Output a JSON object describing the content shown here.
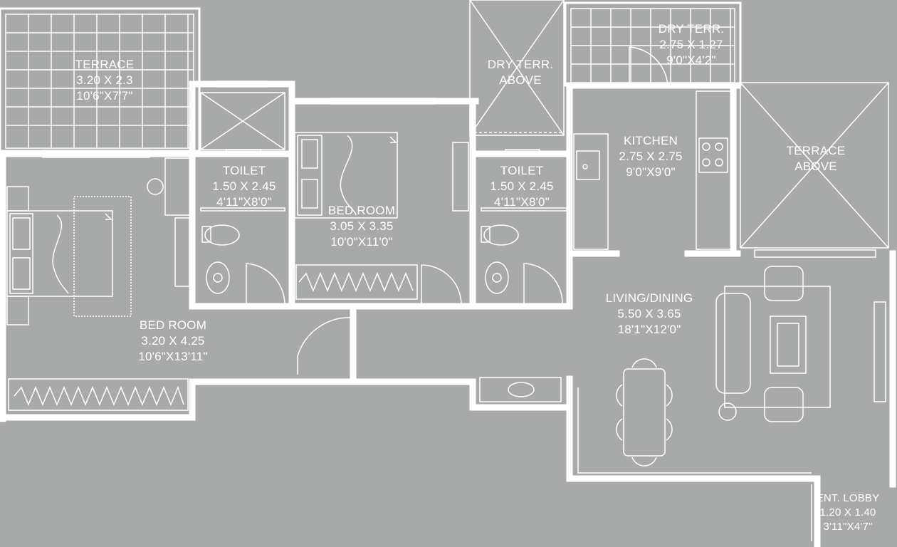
{
  "rooms": {
    "terrace_left": {
      "name": "TERRACE",
      "metric": "3.20 X 2.3",
      "imperial": "10'6\"X7'7\""
    },
    "dry_terrace_above": {
      "name": "DRY TERR.",
      "sub": "ABOVE"
    },
    "dry_terrace": {
      "name": "DRY TERR.",
      "metric": "2.75 X 1.27",
      "imperial": "9'0\"X4'2\""
    },
    "terrace_above": {
      "name": "TERRACE",
      "sub": "ABOVE"
    },
    "toilet_1": {
      "name": "TOILET",
      "metric": "1.50 X 2.45",
      "imperial": "4'11\"X8'0\""
    },
    "bedroom_center": {
      "name": "BED ROOM",
      "metric": "3.05 X 3.35",
      "imperial": "10'0\"X11'0\""
    },
    "toilet_2": {
      "name": "TOILET",
      "metric": "1.50 X 2.45",
      "imperial": "4'11\"X8'0\""
    },
    "kitchen": {
      "name": "KITCHEN",
      "metric": "2.75 X 2.75",
      "imperial": "9'0\"X9'0\""
    },
    "bedroom_left": {
      "name": "BED ROOM",
      "metric": "3.20 X 4.25",
      "imperial": "10'6\"X13'11\""
    },
    "living_dining": {
      "name": "LIVING/DINING",
      "metric": "5.50 X 3.65",
      "imperial": "18'1\"X12'0\""
    },
    "entrance_lobby": {
      "name": "ENT. LOBBY",
      "metric": "1.20 X 1.40",
      "imperial": "3'11\"X4'7\""
    }
  },
  "colors": {
    "background": "#a8a9a9",
    "lines": "#ffffff"
  }
}
